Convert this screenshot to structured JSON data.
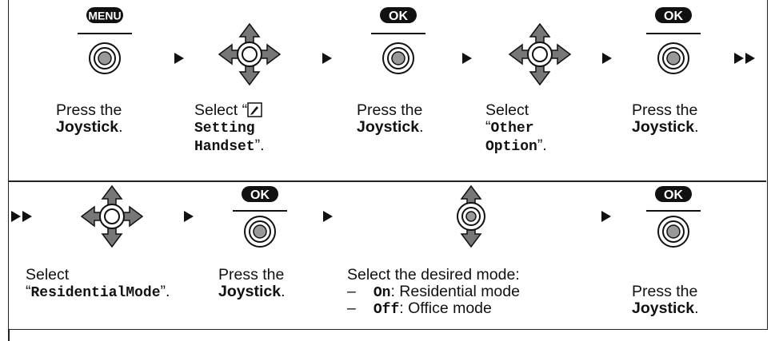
{
  "row1": {
    "menu_key": "MENU",
    "ok_key": "OK",
    "step1": {
      "line1": "Press the",
      "bold": "Joystick",
      "end": "."
    },
    "step2": {
      "select": "Select “",
      "icon": "setting-handset-icon",
      "mono1": "Setting",
      "mono2": "Handset",
      "end": "”."
    },
    "step3": {
      "line1": "Press the",
      "bold": "Joystick",
      "end": "."
    },
    "step4": {
      "select": "Select",
      "open": "“",
      "mono1": "Other",
      "mono2": "Option",
      "end": "”."
    },
    "step5": {
      "line1": "Press the",
      "bold": "Joystick",
      "end": "."
    }
  },
  "row2": {
    "ok_key": "OK",
    "step6": {
      "select": "Select",
      "open": "“",
      "mono": "ResidentialMode",
      "end": "”."
    },
    "step7": {
      "line1": "Press the",
      "bold": "Joystick",
      "end": "."
    },
    "step8": {
      "line1": "Select the desired mode:",
      "options": [
        {
          "dash": "–",
          "key": "On",
          "desc": ": Residential mode"
        },
        {
          "dash": "–",
          "key": "Off",
          "desc": ": Office mode"
        }
      ]
    },
    "step9": {
      "line1": "Press the",
      "bold": "Joystick",
      "end": "."
    }
  }
}
